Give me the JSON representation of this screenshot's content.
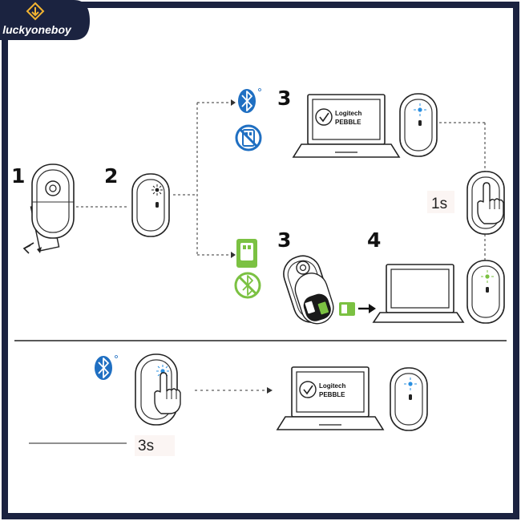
{
  "watermark": {
    "text": "luckyoneboy"
  },
  "steps": {
    "s1": "1",
    "s2": "2",
    "s3_top": "3",
    "s3_bottom": "3",
    "s4": "4"
  },
  "laptop_screen": {
    "line1": "Logitech",
    "line2": "PEBBLE"
  },
  "hold_times": {
    "upper": "1s",
    "lower": "3s"
  },
  "icons": [
    "bluetooth-icon",
    "no-usb-icon",
    "usb-receiver-icon",
    "no-bluetooth-icon",
    "checkmark-icon",
    "pointing-hand-icon",
    "led-light-icon"
  ],
  "colors": {
    "frame": "#1b2340",
    "bluetooth": "#1f6fc2",
    "receiver": "#7bc142",
    "led": "#2a8fe0",
    "led_green": "#7bc142",
    "line": "#222222"
  }
}
